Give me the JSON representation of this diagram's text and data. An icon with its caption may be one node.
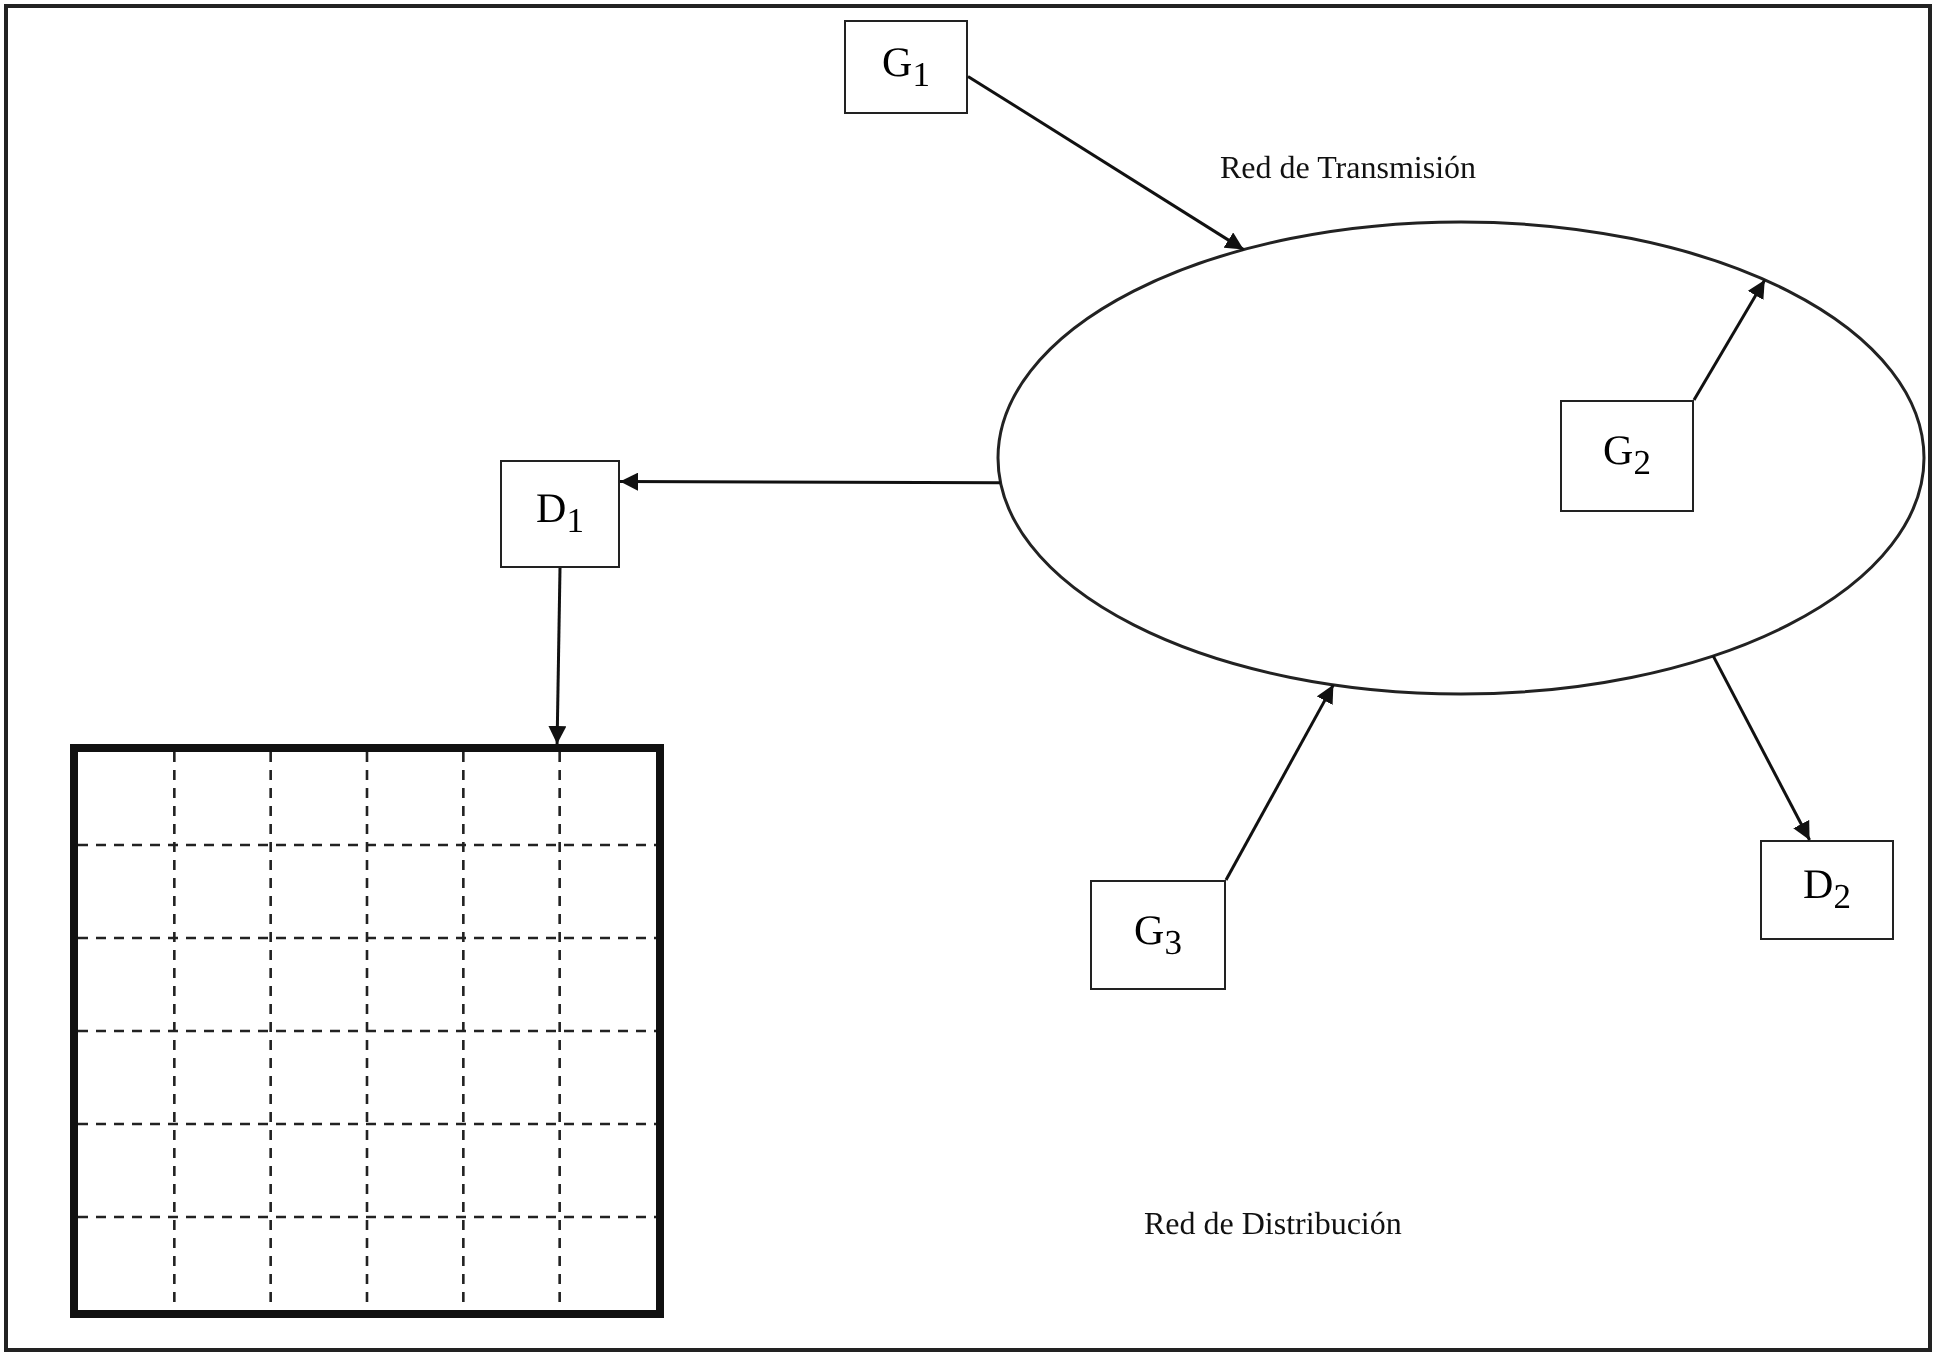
{
  "diagram": {
    "nodes": [
      {
        "text": [
          "G$_{1}$"
        ]
      },
      {
        "text": [
          "Red de Transmisión"
        ]
      },
      {
        "text": [
          "G$_{2}$"
        ],
        "in": 1
      },
      {
        "text": [
          "D$_{1}$"
        ]
      },
      {
        "text": [],
        "shape": "box"
      },
      {
        "text": [
          "G$_{3}$"
        ]
      },
      {
        "text": [
          "D$_{2}$"
        ]
      }
    ],
    "edges": [
      {
        "from": 0,
        "to": 1,
        "arrow": "to"
      },
      {
        "from": 2,
        "to": 1,
        "arrow": "to"
      },
      {
        "from": 1,
        "to": 3,
        "arrow": "to"
      },
      {
        "from": 3,
        "to": 4,
        "arrow": "to"
      },
      {
        "from": 5,
        "to": 1,
        "arrow": "to"
      },
      {
        "from": 1,
        "to": 6,
        "arrow": "to"
      }
    ],
    "labels": [
      "Red de Distribución"
    ]
  }
}
